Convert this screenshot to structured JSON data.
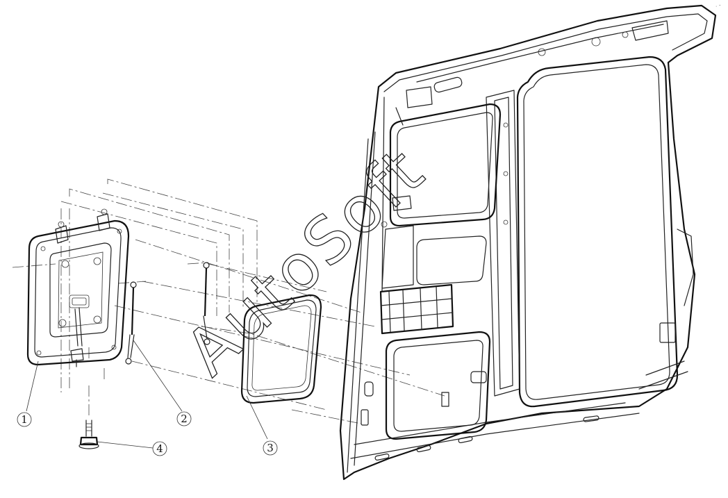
{
  "callouts": [
    {
      "id": "1",
      "label": "1"
    },
    {
      "id": "2",
      "label": "2"
    },
    {
      "id": "3",
      "label": "3"
    },
    {
      "id": "4",
      "label": "4"
    }
  ],
  "watermark": "AutoSoft",
  "corner_mark": "ᐧ ᐨ"
}
